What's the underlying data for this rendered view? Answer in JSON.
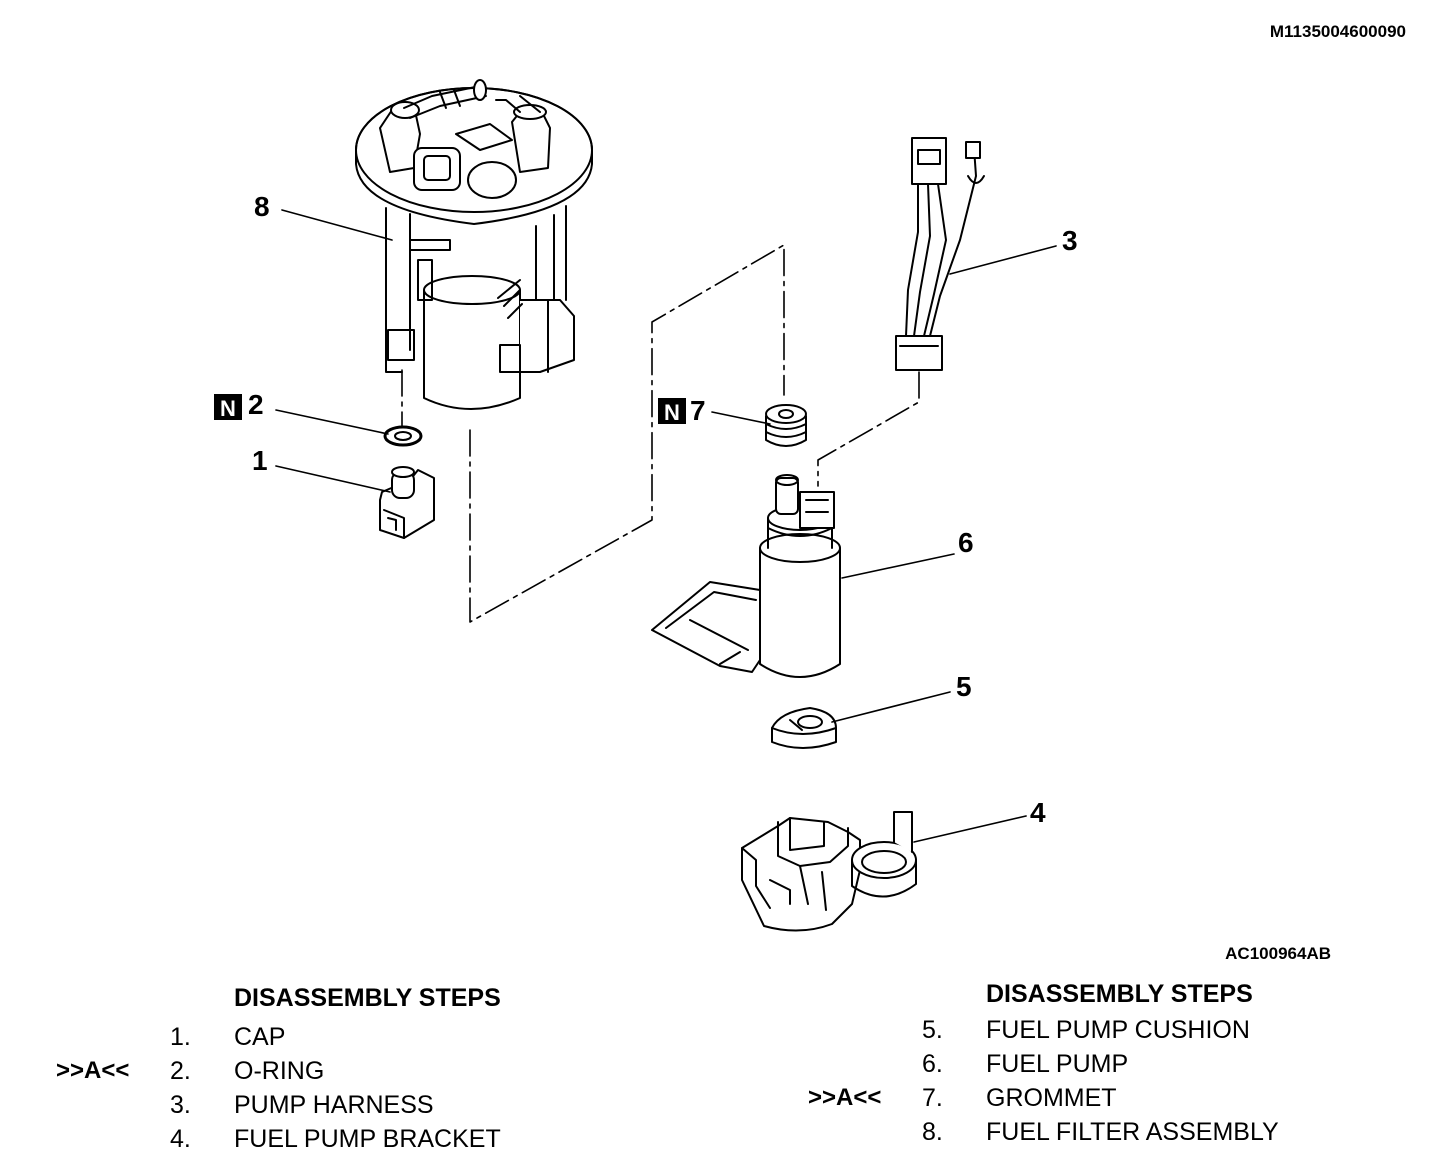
{
  "doc_code": "M1135004600090",
  "figure_code": "AC100964AB",
  "new_part_marker": "N",
  "callouts": {
    "c1": "1",
    "c2": "2",
    "c3": "3",
    "c4": "4",
    "c5": "5",
    "c6": "6",
    "c7": "7",
    "c8": "8"
  },
  "steps_left": {
    "heading": "DISASSEMBLY STEPS",
    "rows": [
      {
        "mark": "",
        "num": "1.",
        "label": "CAP"
      },
      {
        "mark": ">>A<<",
        "num": "2.",
        "label": "O-RING"
      },
      {
        "mark": "",
        "num": "3.",
        "label": "PUMP HARNESS"
      },
      {
        "mark": "",
        "num": "4.",
        "label": "FUEL PUMP BRACKET"
      }
    ]
  },
  "steps_right": {
    "heading": "DISASSEMBLY STEPS",
    "rows": [
      {
        "mark": "",
        "num": "5.",
        "label": "FUEL PUMP CUSHION"
      },
      {
        "mark": "",
        "num": "6.",
        "label": "FUEL PUMP"
      },
      {
        "mark": ">>A<<",
        "num": "7.",
        "label": "GROMMET"
      },
      {
        "mark": "",
        "num": "8.",
        "label": "FUEL FILTER ASSEMBLY"
      }
    ]
  }
}
